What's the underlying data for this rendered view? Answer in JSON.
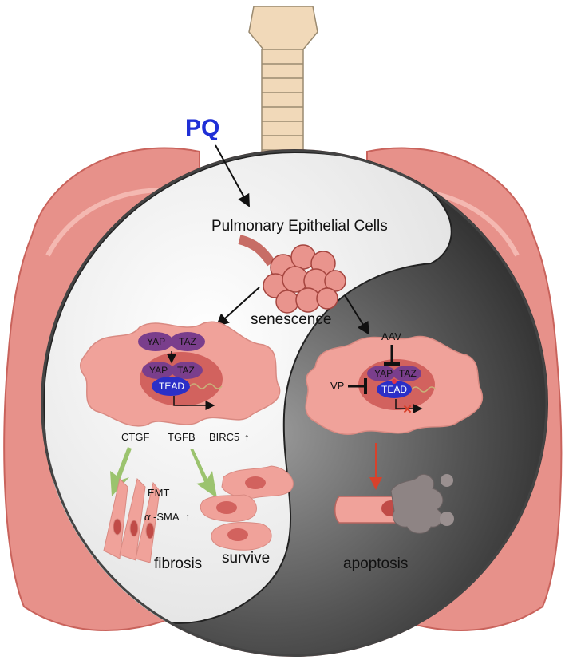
{
  "labels": {
    "trigger": "PQ",
    "cell_type": "Pulmonary  Epithelial Cells",
    "senescence": "senescence",
    "yap": "YAP",
    "taz": "TAZ",
    "tead": "TEAD",
    "ctgf": "CTGF",
    "tgfb": "TGFB",
    "birc5": "BIRC5",
    "up_arrow": "↑",
    "emt": "EMT",
    "sma_prefix": "α",
    "sma": "-SMA",
    "fibrosis": "fibrosis",
    "survive": "survive",
    "aav": "AAV",
    "vp": "VP",
    "apoptosis": "apoptosis",
    "block_mark": "×"
  },
  "colors": {
    "lung": "#e7918a",
    "lung_dark": "#c9635c",
    "trachea": "#f1d9b9",
    "cell": "#f0a29a",
    "nucleus": "#d2625e",
    "yap_taz": "#7a3e8c",
    "tead": "#2b2fc7",
    "pq": "#1f2fd6",
    "green_arrow": "#9bc36e",
    "red_arrow": "#d8412b",
    "dark_half": "#3a3a3a",
    "light_half": "#f2f2f2"
  }
}
